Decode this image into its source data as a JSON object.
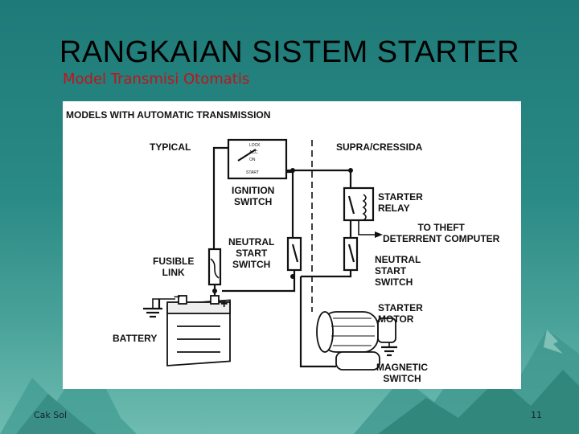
{
  "slide": {
    "title": "RANGKAIAN SISTEM STARTER",
    "subtitle": "Model Transmisi Otomatis",
    "author": "Cak Sol",
    "page_number": "11"
  },
  "diagram": {
    "heading": "MODELS WITH AUTOMATIC TRANSMISSION",
    "section_left": "TYPICAL",
    "section_right": "SUPRA/CRESSIDA",
    "ignition_switch": [
      "IGNITION",
      "SWITCH"
    ],
    "switch_positions": [
      "LOCK",
      "ACC",
      "ON",
      "START"
    ],
    "neutral_start_switch_left": [
      "NEUTRAL",
      "START",
      "SWITCH"
    ],
    "fusible_link": [
      "FUSIBLE",
      "LINK"
    ],
    "battery": "BATTERY",
    "battery_minus": "−",
    "battery_plus": "+",
    "starter_relay": [
      "STARTER",
      "RELAY"
    ],
    "theft_label": [
      "TO THEFT",
      "DETERRENT COMPUTER"
    ],
    "neutral_start_switch_right": [
      "NEUTRAL",
      "START",
      "SWITCH"
    ],
    "starter_motor": [
      "STARTER",
      "MOTOR"
    ],
    "magnetic_switch": [
      "MAGNETIC",
      "SWITCH"
    ]
  },
  "colors": {
    "title": "#000000",
    "subtitle": "#c0141a",
    "background_top": "#1e7a78",
    "background_bottom": "#6fbcb1"
  }
}
